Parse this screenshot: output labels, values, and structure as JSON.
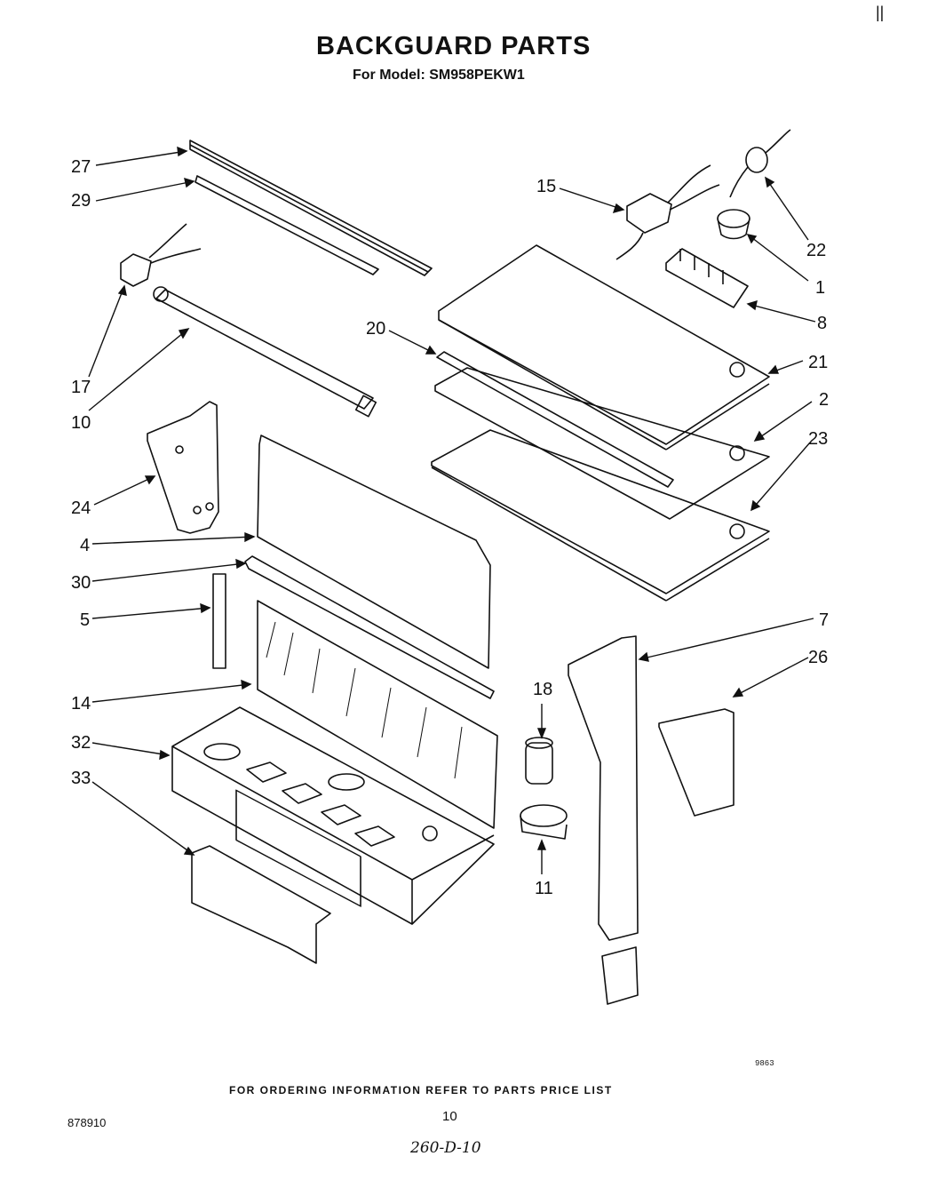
{
  "header": {
    "title": "BACKGUARD PARTS",
    "subtitle": "For Model: SM958PEKW1"
  },
  "callouts": [
    {
      "id": "c27",
      "label": "27"
    },
    {
      "id": "c29",
      "label": "29"
    },
    {
      "id": "c17",
      "label": "17"
    },
    {
      "id": "c10",
      "label": "10"
    },
    {
      "id": "c24",
      "label": "24"
    },
    {
      "id": "c4",
      "label": "4"
    },
    {
      "id": "c30",
      "label": "30"
    },
    {
      "id": "c5",
      "label": "5"
    },
    {
      "id": "c14",
      "label": "14"
    },
    {
      "id": "c32",
      "label": "32"
    },
    {
      "id": "c33",
      "label": "33"
    },
    {
      "id": "c15",
      "label": "15"
    },
    {
      "id": "c22",
      "label": "22"
    },
    {
      "id": "c1",
      "label": "1"
    },
    {
      "id": "c8",
      "label": "8"
    },
    {
      "id": "c20",
      "label": "20"
    },
    {
      "id": "c21",
      "label": "21"
    },
    {
      "id": "c2",
      "label": "2"
    },
    {
      "id": "c23",
      "label": "23"
    },
    {
      "id": "c7",
      "label": "7"
    },
    {
      "id": "c26",
      "label": "26"
    },
    {
      "id": "c18",
      "label": "18"
    },
    {
      "id": "c11",
      "label": "11"
    }
  ],
  "footer": {
    "ordering_note": "FOR ORDERING INFORMATION REFER TO PARTS PRICE LIST",
    "doc_number": "878910",
    "page_number": "10",
    "handwritten_ref": "260-D-10",
    "illustration_code": "9863",
    "corner_marks": "||"
  }
}
